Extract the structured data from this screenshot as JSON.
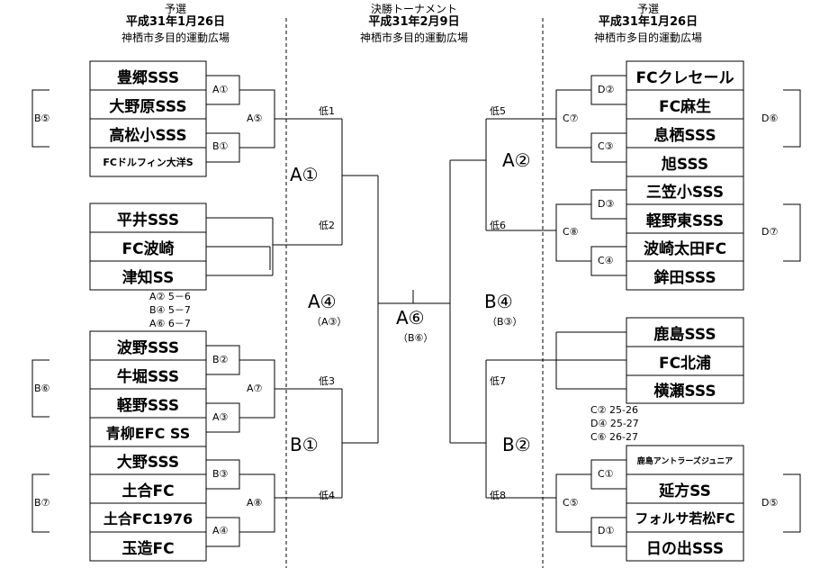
{
  "headers": {
    "left": {
      "title": "予選",
      "date": "平成31年1月26日",
      "venue": "神栖市多目的運動広場"
    },
    "center": {
      "title": "決勝トーナメント",
      "date": "平成31年2月9日",
      "venue": "神栖市多目的運動広場"
    },
    "right": {
      "title": "予選",
      "date": "平成31年1月26日",
      "venue": "神栖市多目的運動広場"
    }
  },
  "left_teams": {
    "b1": [
      "豊郷SSS",
      "大野原SSS",
      "高松小SSS",
      "FCドルフィン大洋S"
    ],
    "b2": [
      "平井SSS",
      "FC波崎",
      "津知SS"
    ],
    "b3": [
      "波野SSS",
      "牛堀SSS",
      "軽野SSS",
      "青柳EFC SS"
    ],
    "b4": [
      "大野SSS",
      "土合FC",
      "土合FC1976",
      "玉造FC"
    ]
  },
  "right_teams": {
    "b1": [
      "FCクレセール",
      "FC麻生",
      "息栖SSS",
      "旭SSS"
    ],
    "b2": [
      "三笠小SSS",
      "軽野東SSS",
      "波崎太田FC",
      "鉾田SSS"
    ],
    "b3": [
      "鹿島SSS",
      "FC北浦",
      "横瀬SSS"
    ],
    "b4": [
      "鹿島アントラーズジュニア",
      "延方SS",
      "フォルサ若松FC",
      "日の出SSS"
    ]
  },
  "left_match_labels": [
    "A①",
    "B①",
    "A⑤",
    "B②",
    "A③",
    "A⑦",
    "B③",
    "A④",
    "A⑧"
  ],
  "right_match_labels": [
    "D②",
    "C③",
    "C⑦",
    "D③",
    "C④",
    "C⑧",
    "C①",
    "D①",
    "C⑤"
  ],
  "side_refs": {
    "left": [
      "B⑤",
      "B⑥",
      "B⑦"
    ],
    "right": [
      "D⑥",
      "D⑦",
      "D⑤"
    ]
  },
  "seeds": {
    "low1": "低1",
    "low2": "低2",
    "low3": "低3",
    "low4": "低4",
    "low5": "低5",
    "low6": "低6",
    "low7": "低7",
    "low8": "低8"
  },
  "games": {
    "a1": "A①",
    "a4": "A④",
    "a4_sub": "（A③）",
    "b1": "B①",
    "a6": "A⑥",
    "a6_sub": "（B⑥）",
    "a2": "A②",
    "b4": "B④",
    "b4_sub": "（B③）",
    "b2": "B②"
  },
  "round_robin_left": [
    "A② 5－6",
    "B④ 5－7",
    "A⑥ 6－7"
  ],
  "round_robin_right": [
    "C② 25-26",
    "D④ 25-27",
    "C⑥ 26-27"
  ]
}
